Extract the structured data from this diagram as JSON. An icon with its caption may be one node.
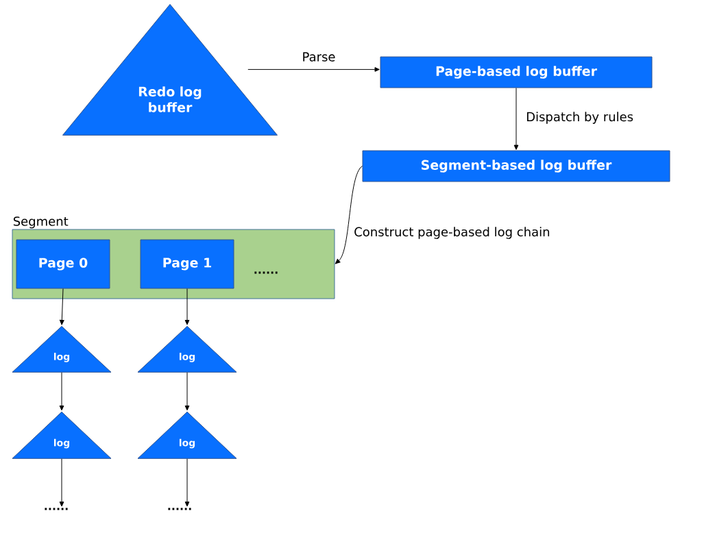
{
  "diagram": {
    "nodes": [
      {
        "text": [
          "Redo log buffer"
        ]
      },
      {
        "text": [
          "Page-based log buffer"
        ]
      },
      {
        "text": [
          "Segment-based log buffer"
        ]
      },
      {
        "text": [
          "Segment"
        ]
      },
      {
        "text": [
          "Page 0"
        ],
        "in": 3
      },
      {
        "text": [
          "Page 1"
        ],
        "in": 3
      },
      {
        "text": [
          "log"
        ]
      },
      {
        "text": [
          "log"
        ]
      },
      {
        "text": [
          "log"
        ]
      },
      {
        "text": [
          "log"
        ]
      },
      {
        "text": [
          "......"
        ]
      },
      {
        "text": [
          "......"
        ]
      }
    ],
    "edges": [
      {
        "from": 0,
        "to": 1,
        "arrow": "to",
        "label": "Parse"
      },
      {
        "from": 1,
        "to": 2,
        "arrow": "to",
        "label": "Dispatch by rules"
      },
      {
        "from": 2,
        "to": 3,
        "arrow": "to",
        "label": "Construct page-based log chain"
      },
      {
        "from": 4,
        "to": 6,
        "arrow": "to"
      },
      {
        "from": 6,
        "to": 8,
        "arrow": "to"
      },
      {
        "from": 8,
        "to": 10,
        "arrow": "to"
      },
      {
        "from": 5,
        "to": 7,
        "arrow": "to"
      },
      {
        "from": 7,
        "to": 9,
        "arrow": "to"
      },
      {
        "from": 9,
        "to": 11,
        "arrow": "to"
      }
    ],
    "labels": [
      "......"
    ]
  }
}
